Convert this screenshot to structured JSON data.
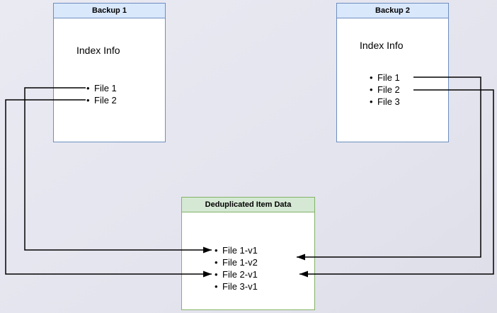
{
  "colors": {
    "background": "#e6e6ef",
    "blue_border": "#6c8ebf",
    "blue_header_fill": "#dae8fc",
    "green_border": "#82b366",
    "green_header_fill": "#d5e8d4",
    "box_body_fill": "#ffffff",
    "arrow": "#000000",
    "text": "#000000"
  },
  "backup1": {
    "title": "Backup 1",
    "subtitle": "Index Info",
    "items": [
      "File 1",
      "File 2"
    ]
  },
  "backup2": {
    "title": "Backup 2",
    "subtitle": "Index Info",
    "items": [
      "File 1",
      "File 2",
      "File 3"
    ]
  },
  "dedup": {
    "title": "Deduplicated Item Data",
    "items": [
      "File 1-v1",
      "File 1-v2",
      "File 2-v1",
      "File 3-v1"
    ]
  },
  "links": [
    {
      "from": "Backup 1 / File 1",
      "to": "File 1-v1"
    },
    {
      "from": "Backup 1 / File 2",
      "to": "File 2-v1"
    },
    {
      "from": "Backup 2 / File 1",
      "to": "File 1-v2"
    },
    {
      "from": "Backup 2 / File 2",
      "to": "File 2-v1"
    }
  ]
}
